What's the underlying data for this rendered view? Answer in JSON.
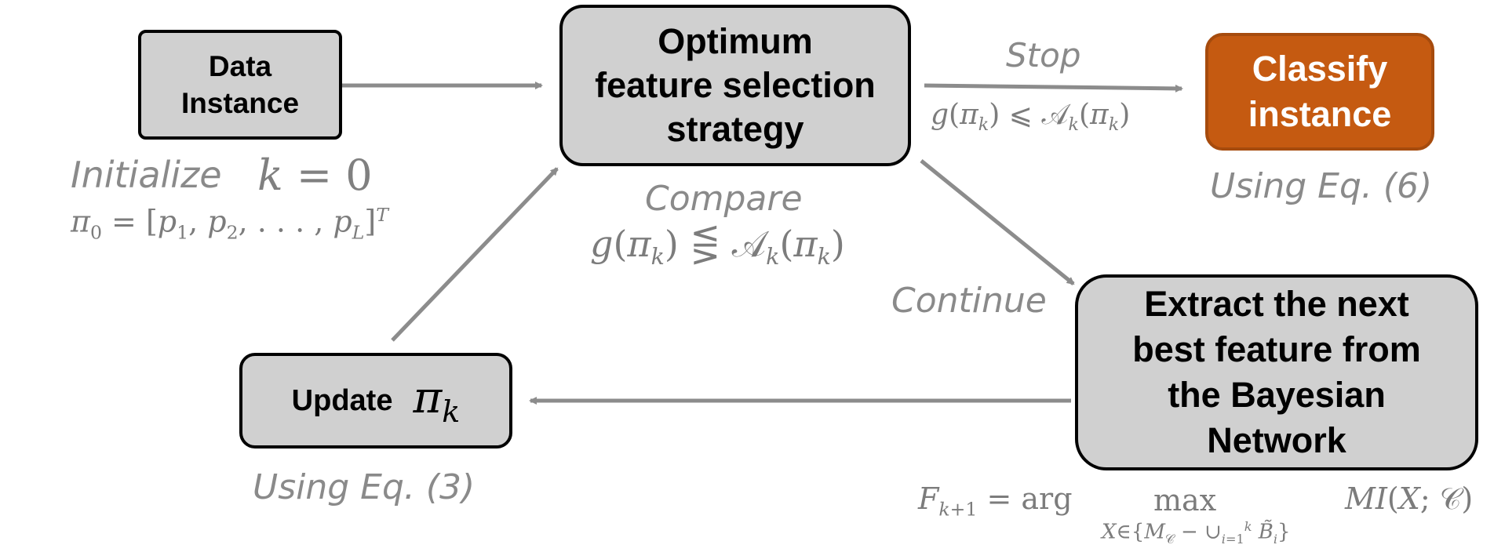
{
  "nodes": {
    "data_instance": {
      "lines": [
        "Data",
        "Instance"
      ]
    },
    "optimum_strategy": {
      "lines": [
        "Optimum",
        "feature selection",
        "strategy"
      ]
    },
    "classify": {
      "lines": [
        "Classify",
        "instance"
      ]
    },
    "extract": {
      "lines": [
        "Extract the next",
        "best feature from",
        "the Bayesian",
        "Network"
      ]
    },
    "update": {
      "label": "Update",
      "symbol": "π",
      "symbol_sub": "k"
    }
  },
  "annotations": {
    "initialize_text": "Initialize",
    "initialize_eq": "k = 0",
    "pi0_eq": "π₀ = [p₁, p₂, . . . , p_L]ᵀ",
    "compare_text": "Compare",
    "compare_eq": "g(π_k) ⋚ A_k(π_k)",
    "stop_text": "Stop",
    "stop_eq": "g(π_k) ⩽ A_k(π_k)",
    "using_eq6": "Using Eq. (6)",
    "continue_text": "Continue",
    "using_eq3": "Using Eq. (3)",
    "f_eq": "F_{k+1} = arg max_{X∈{M_C − ∪_{i=1}^k B̃_i}} MI(X; C)"
  },
  "colors": {
    "box_fill": "#d0d0d0",
    "classify_fill": "#c55a11",
    "arrow": "#8c8c8c",
    "annotation": "#8a8a8a"
  }
}
